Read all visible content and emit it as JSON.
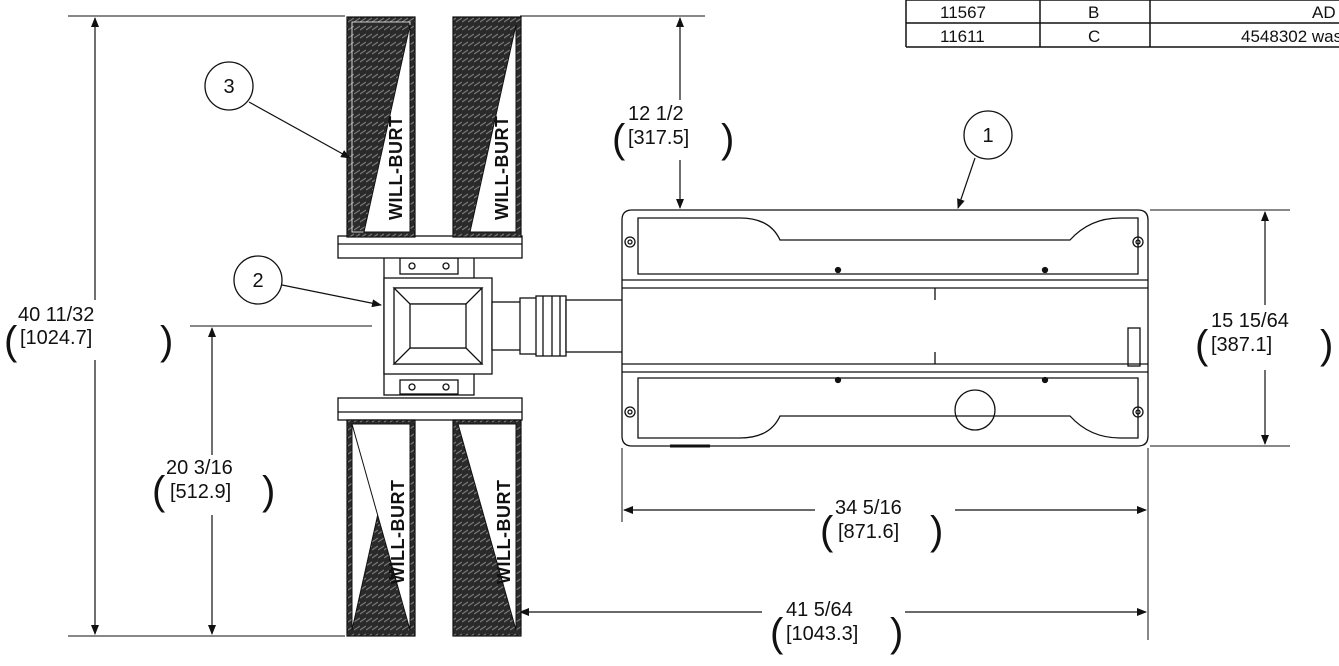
{
  "revision_table": {
    "rows": [
      {
        "ecn": "11567",
        "rev": "B",
        "desc": "AD"
      },
      {
        "ecn": "11611",
        "rev": "C",
        "desc": "4548302 was"
      }
    ]
  },
  "balloons": [
    {
      "id": "balloon-1",
      "label": "1"
    },
    {
      "id": "balloon-2",
      "label": "2"
    },
    {
      "id": "balloon-3",
      "label": "3"
    }
  ],
  "panel_brand": "WILL-BURT",
  "dimensions": {
    "top_height": {
      "imperial": "12 1/2",
      "metric": "[317.5]"
    },
    "overall_height": {
      "imperial": "40 11/32",
      "metric": "[1024.7]"
    },
    "lower_height": {
      "imperial": "20 3/16",
      "metric": "[512.9]"
    },
    "base_height": {
      "imperial": "15 15/64",
      "metric": "[387.1]"
    },
    "base_length": {
      "imperial": "34 5/16",
      "metric": "[871.6]"
    },
    "overall_length": {
      "imperial": "41 5/64",
      "metric": "[1043.3]"
    }
  }
}
